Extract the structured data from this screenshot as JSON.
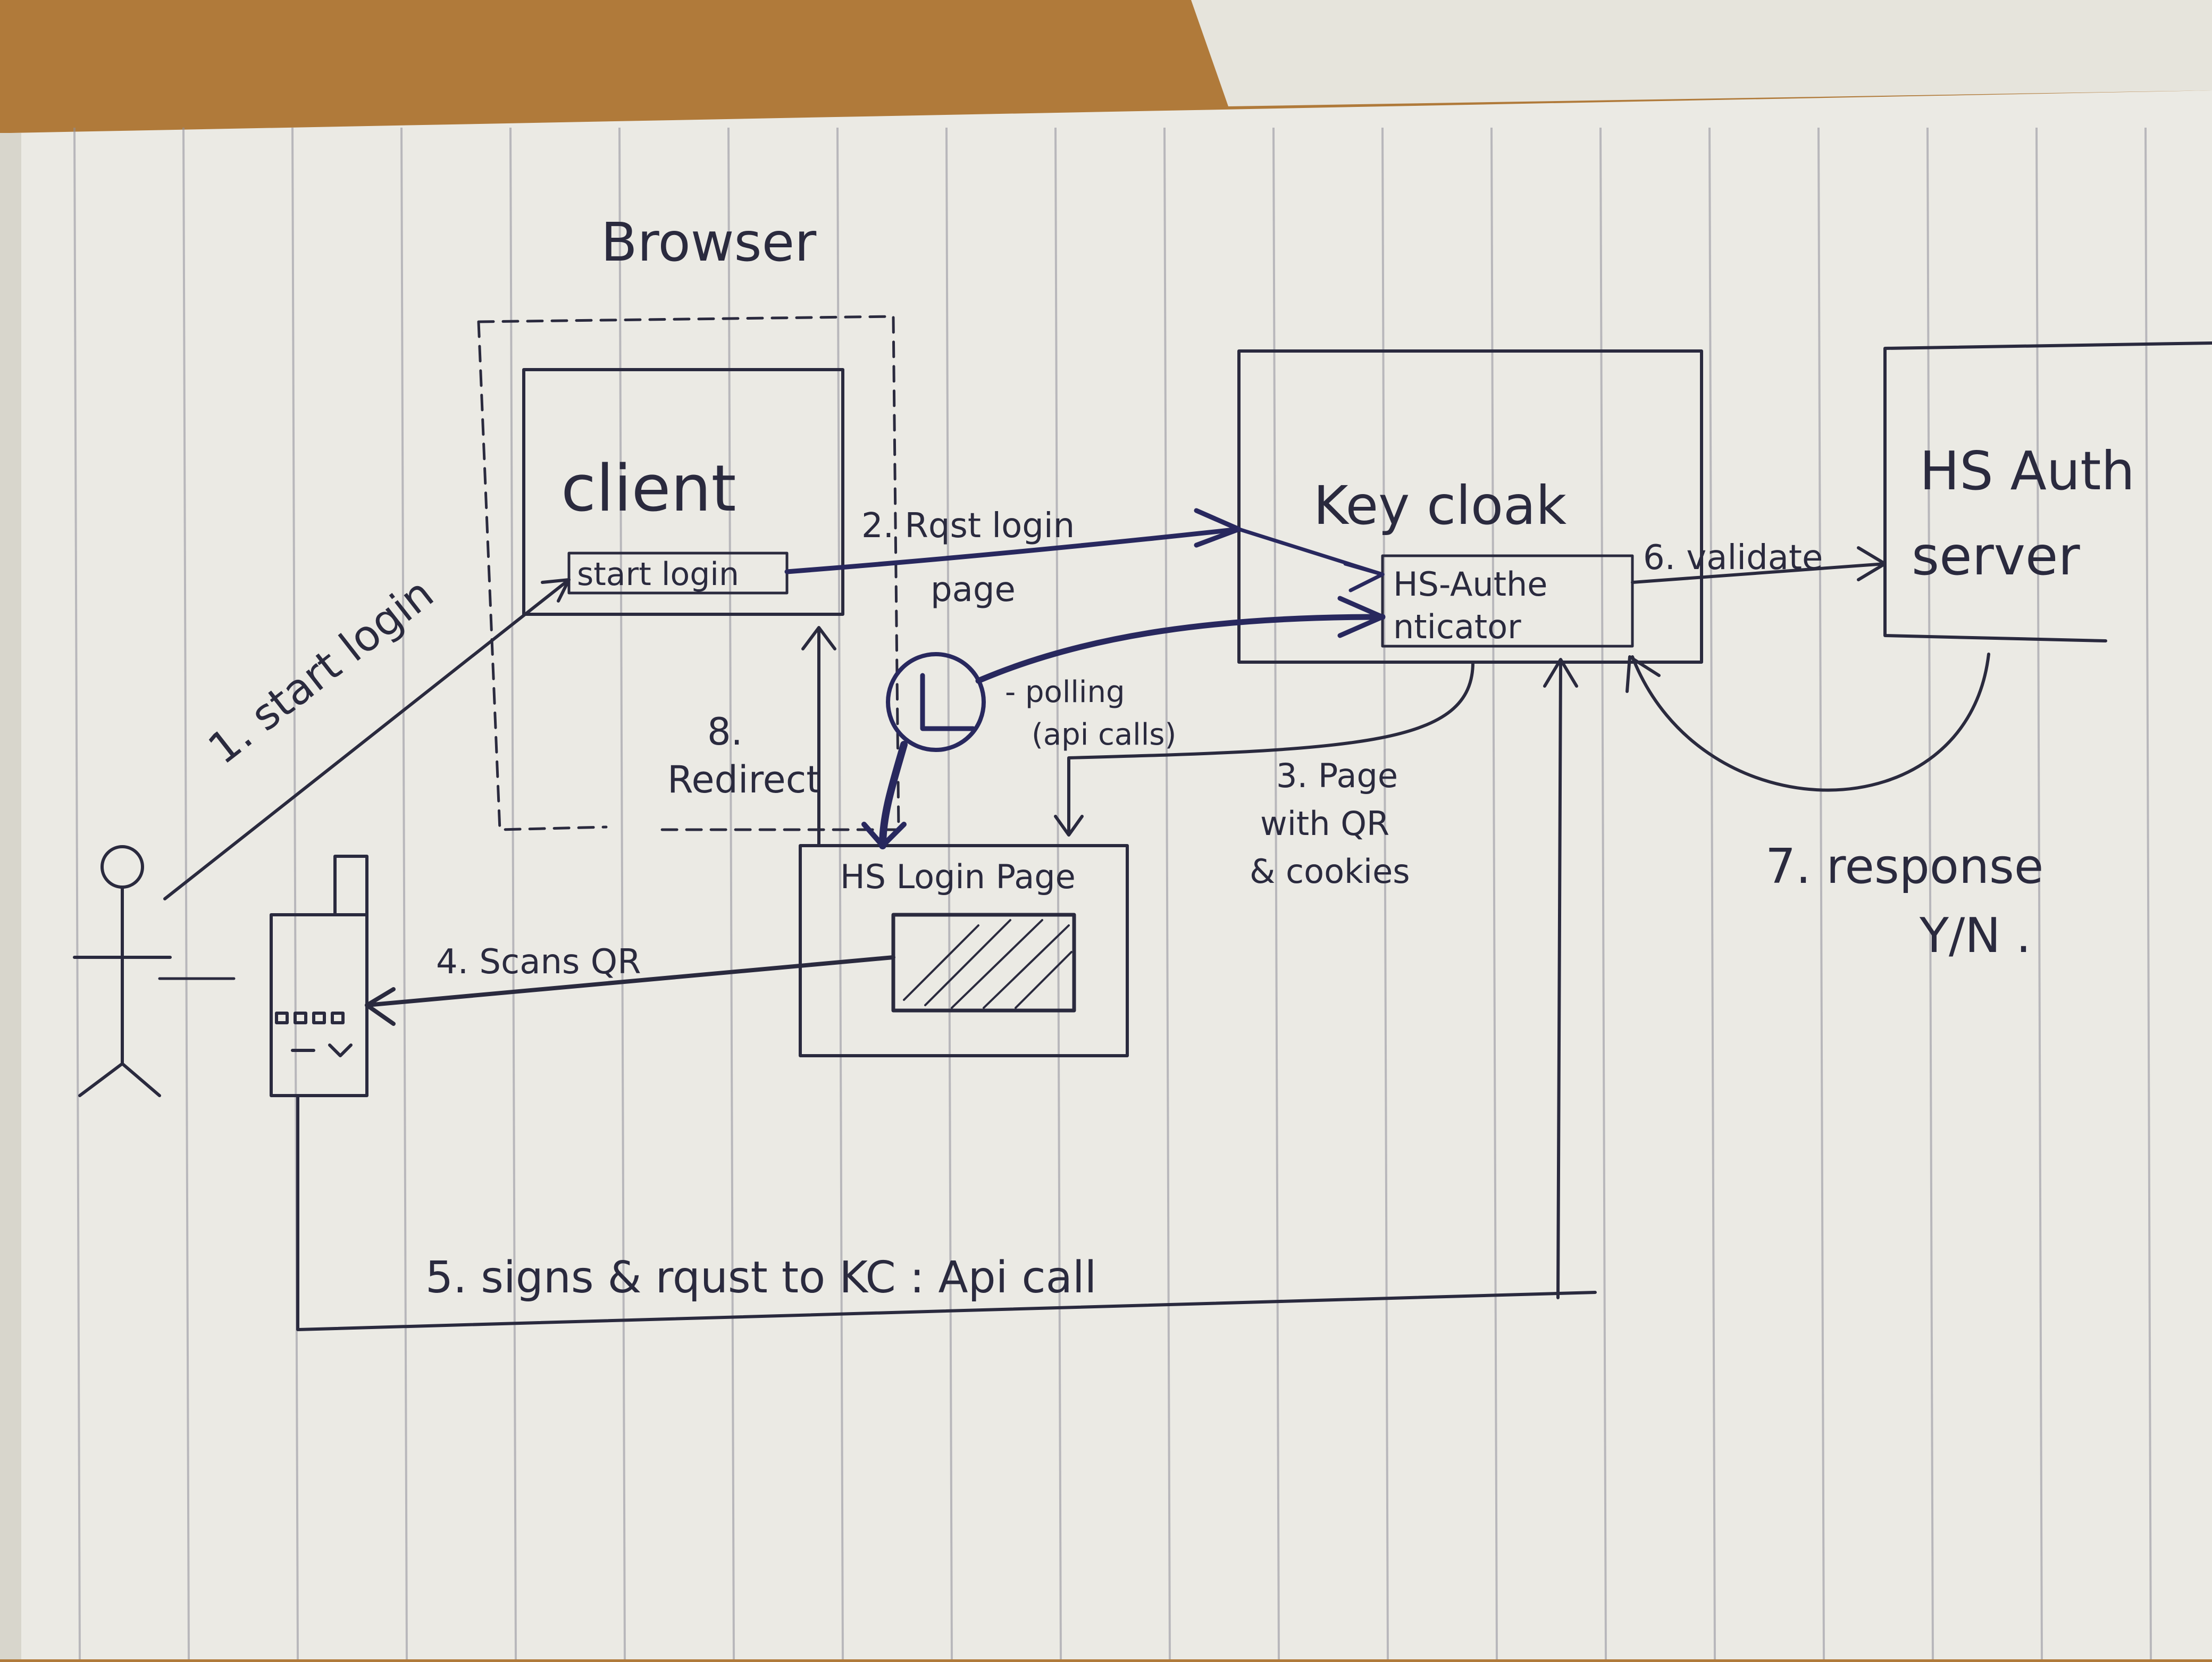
{
  "diagram": {
    "browser_label": "Browser",
    "client": {
      "title": "client",
      "button_label": "start login"
    },
    "keycloak": {
      "title": "Key cloak",
      "authenticator_label_line1": "HS-Authe",
      "authenticator_label_line2": "nticator"
    },
    "hs_auth_server": {
      "title_line1": "HS Auth",
      "title_line2": "server"
    },
    "hs_login_page": {
      "title": "HS Login Page"
    },
    "steps": {
      "step1": "1. start login",
      "step2_line1": "2. Rqst login",
      "step2_line2": "page",
      "step3_line1": "3. Page",
      "step3_line2": "with QR",
      "step3_line3": "& cookies",
      "step4": "4. Scans QR",
      "step5": "5. signs & rqust to KC : Api call",
      "step6": "6. validate",
      "step7_line1": "7. response",
      "step7_line2": "Y/N .",
      "step8_line1": "8.",
      "step8_line2": "Redirect",
      "polling_line1": "- polling",
      "polling_line2": "(api calls)"
    },
    "icons": {
      "user": "stick-figure-icon",
      "phone": "mobile-phone-icon",
      "clock": "clock-icon",
      "qr": "qr-code-icon"
    },
    "colors": {
      "paper": "#ebeae4",
      "ruling": "#8f8f9a",
      "ink": "#2a2a3e",
      "ink_blue": "#28285e",
      "desk": "#b07a3a"
    }
  }
}
